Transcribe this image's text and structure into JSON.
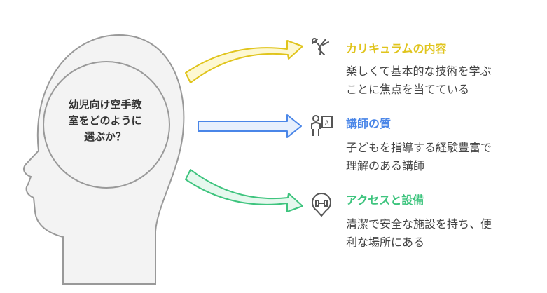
{
  "center": {
    "line1": "幼児向け空手教",
    "line2": "室をどのように",
    "line3": "選ぶか？"
  },
  "items": [
    {
      "title": "カリキュラムの内容",
      "line1": "楽しくて基本的な技術を学ぶ",
      "line2": "ことに焦点を当てている",
      "color": "#e0c41c",
      "icon": "karate-kick-icon"
    },
    {
      "title": "講師の質",
      "line1": "子どもを指導する経験豊富で",
      "line2": "理解のある講師",
      "color": "#4a86e8",
      "icon": "instructor-icon"
    },
    {
      "title": "アクセスと設備",
      "line1": "清潔で安全な施設を持ち、便",
      "line2": "利な場所にある",
      "color": "#3ec47e",
      "icon": "gym-location-icon"
    }
  ]
}
